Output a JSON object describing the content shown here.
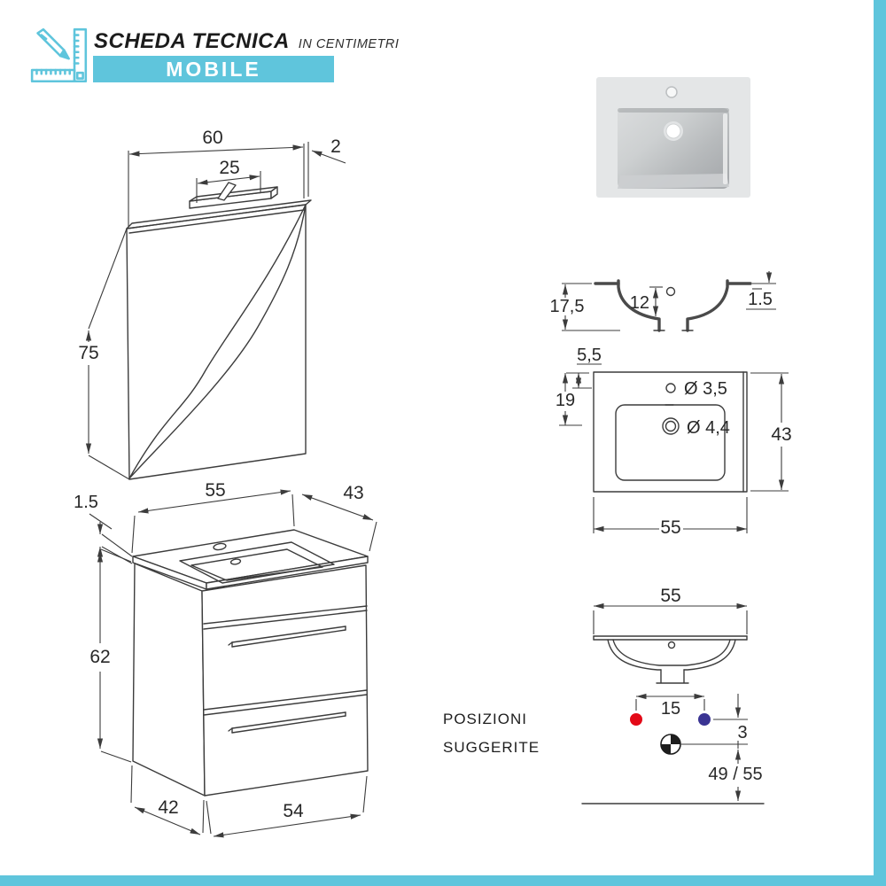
{
  "header": {
    "title": "SCHEDA TECNICA",
    "subtitle": "IN CENTIMETRI",
    "product_type": "MOBILE"
  },
  "colors": {
    "accent_cyan": "#5fc5dc",
    "hot_water_red": "#e30917",
    "cold_water_blue": "#3a3493",
    "drawing_line": "#3c3c3c"
  },
  "mirror": {
    "width": "60",
    "depth": "2",
    "lamp_width": "25",
    "height": "75"
  },
  "cabinet": {
    "top_width": "55",
    "top_depth": "43",
    "counter_thickness": "1.5",
    "height": "62",
    "bottom_depth": "42",
    "bottom_width": "54"
  },
  "basin_section": {
    "total_height": "17,5",
    "inner_depth": "12",
    "rim_thickness": "1.5"
  },
  "basin_top_view": {
    "tap_hole_offset": "5,5",
    "drain_offset": "19",
    "tap_hole_diameter": "Ø 3,5",
    "drain_hole_diameter": "Ø 4,4",
    "depth": "43",
    "width": "55"
  },
  "basin_front_view": {
    "width": "55",
    "tap_distance": "15",
    "drain_drop": "3",
    "install_height": "49 / 55"
  },
  "suggested_positions": {
    "line1": "POSIZIONI",
    "line2": "SUGGERITE"
  }
}
